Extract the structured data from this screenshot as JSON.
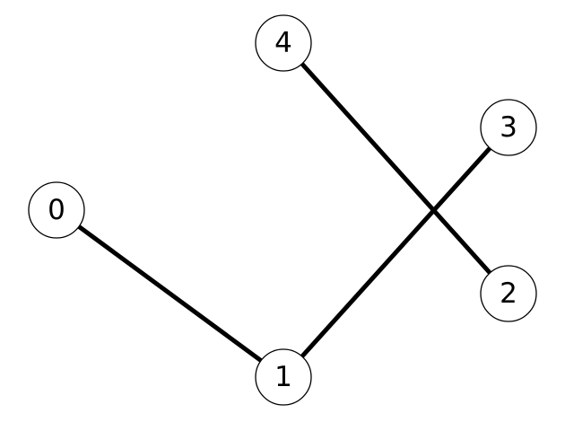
{
  "graph": {
    "nodes": [
      {
        "id": "0",
        "label": "0"
      },
      {
        "id": "1",
        "label": "1"
      },
      {
        "id": "2",
        "label": "2"
      },
      {
        "id": "3",
        "label": "3"
      },
      {
        "id": "4",
        "label": "4"
      }
    ],
    "edges": [
      {
        "from": "0",
        "to": "1"
      },
      {
        "from": "1",
        "to": "3"
      },
      {
        "from": "4",
        "to": "2"
      }
    ],
    "colors": {
      "edge": "#000000",
      "node_fill": "#ffffff",
      "node_stroke": "#000000",
      "label": "#000000"
    }
  }
}
